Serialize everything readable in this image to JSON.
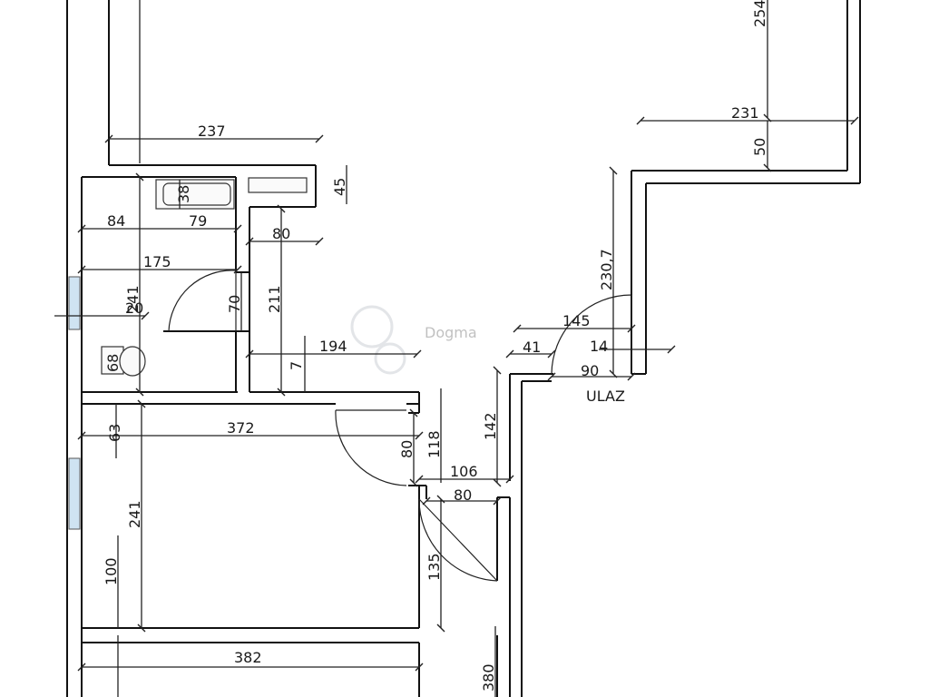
{
  "plan": {
    "entrance_label": "ULAZ",
    "watermark": "Dogma",
    "dimensions": {
      "d237": "237",
      "d254": "254",
      "d231": "231",
      "d50": "50",
      "d45": "45",
      "d38": "38",
      "d84": "84",
      "d79": "79",
      "d80_top": "80",
      "d175": "175",
      "d241_a": "241",
      "d20": "20",
      "d70": "70",
      "d211": "211",
      "d68": "68",
      "d194": "194",
      "d7": "7",
      "d230_7": "230,7",
      "d145": "145",
      "d41": "41",
      "d14": "14",
      "d90": "90",
      "d63": "63",
      "d372": "372",
      "d80_mid": "80",
      "d118": "118",
      "d142": "142",
      "d106": "106",
      "d80_low": "80",
      "d241_b": "241",
      "d100": "100",
      "d135": "135",
      "d382": "382",
      "d380": "380"
    }
  }
}
